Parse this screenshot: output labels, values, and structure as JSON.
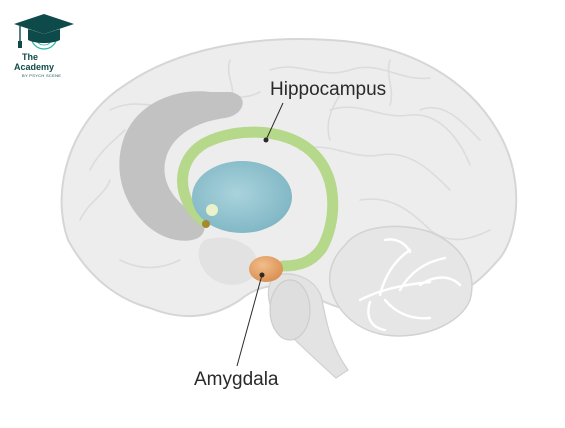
{
  "logo": {
    "line1": "The",
    "line2": "Academy",
    "line3": "BY PSYCH SCENE"
  },
  "labels": {
    "hippocampus": "Hippocampus",
    "amygdala": "Amygdala"
  },
  "colors": {
    "brain_fill": "#ededed",
    "brain_outline": "#d9d9d9",
    "corpus_callosum": "#bdbdbd",
    "thalamus": "#8fc3cf",
    "hippocampus": "#b5d88a",
    "amygdala": "#e8a66c",
    "logo_teal": "#0f4a4a"
  }
}
